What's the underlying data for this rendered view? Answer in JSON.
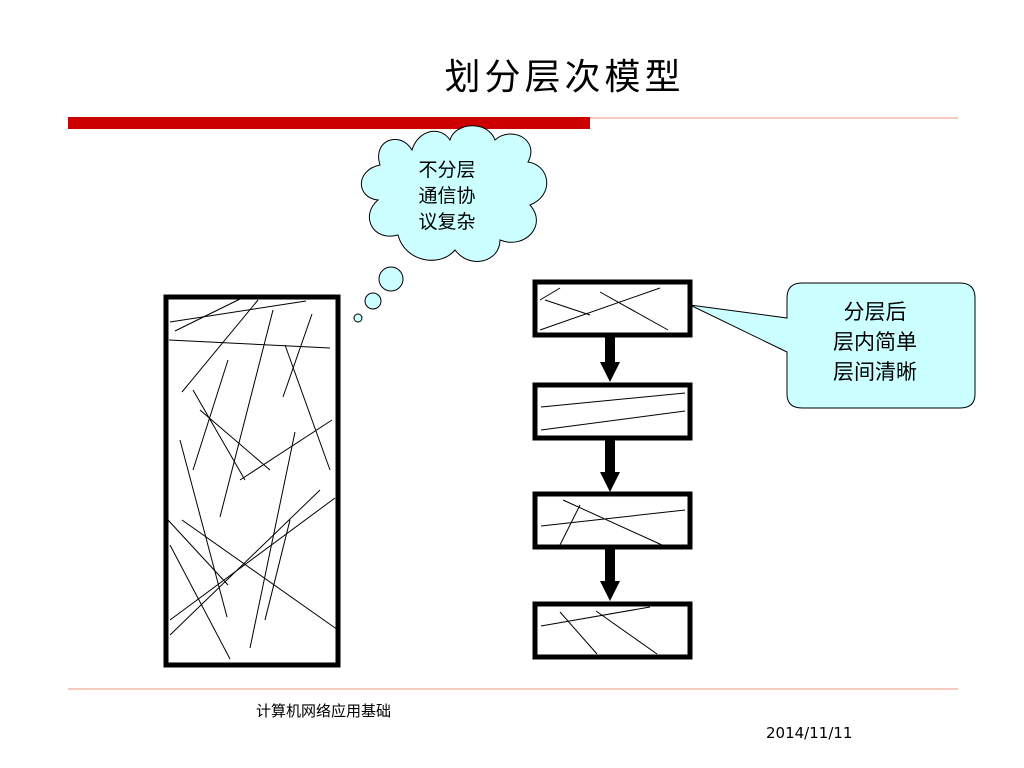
{
  "slide": {
    "title": "划分层次模型",
    "cloud_lines": [
      "不分层",
      "通信协",
      "议复杂"
    ],
    "callout_lines": [
      "分层后",
      "层内简单",
      "层间清晰"
    ],
    "footer_course": "计算机网络应用基础",
    "footer_date": "2014/11/11"
  },
  "colors": {
    "accent_bar": "#cc0000",
    "accent_line": "#e9967a",
    "bubble_fill": "#ccffff",
    "stroke": "#000000"
  }
}
